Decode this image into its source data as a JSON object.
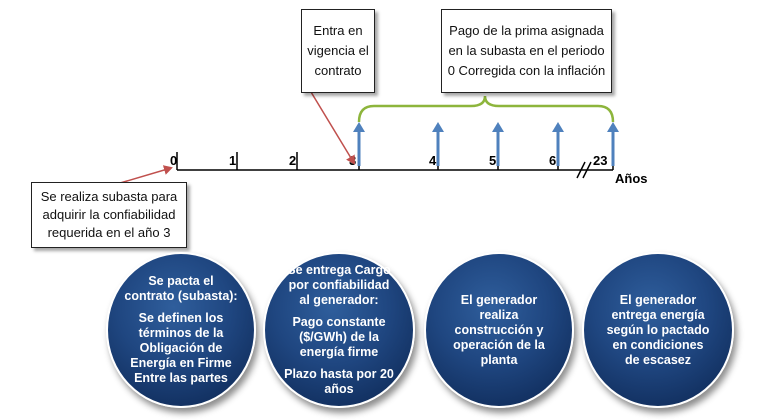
{
  "timeline": {
    "ticks": [
      "0",
      "1",
      "2",
      "3",
      "4",
      "5",
      "6",
      "23"
    ],
    "axis_label": "Años",
    "payment_periods": [
      "3",
      "4",
      "5",
      "6",
      "23"
    ]
  },
  "callouts": {
    "auction": "Se realiza subasta para adquirir la confiabilidad requerida en el año 3",
    "contract_start": "Entra en vigencia el contrato",
    "premium_payment": "Pago de la prima asignada en la subasta en el periodo 0 Corregida con la inflación"
  },
  "circles": [
    {
      "paragraphs": [
        "Se pacta el contrato (subasta):",
        "Se definen los términos de la Obligación de Energía en Firme Entre las partes"
      ]
    },
    {
      "paragraphs": [
        "Se entrega Cargo por confiabilidad al generador:",
        "Pago constante ($/GWh) de la energía firme",
        "Plazo hasta por 20 años"
      ]
    },
    {
      "paragraphs": [
        "El generador realiza construcción y operación de la planta"
      ]
    },
    {
      "paragraphs": [
        "El generador entrega energía según lo pactado en condiciones de escasez"
      ]
    }
  ],
  "colors": {
    "arrow_blue": "#4f81bd",
    "brace_green": "#8db53c",
    "pointer_red": "#c0504d",
    "circle_blue": "#1f4680"
  }
}
